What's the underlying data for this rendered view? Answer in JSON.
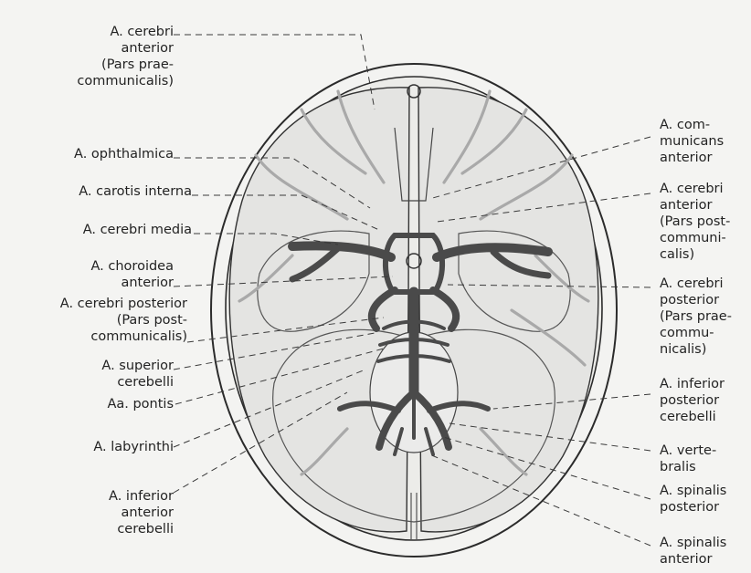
{
  "left_labels": [
    {
      "id": "cerebri-anterior-prae",
      "lines": [
        "A. cerebri",
        "anterior",
        "(Pars prae-",
        "communicalis)"
      ]
    },
    {
      "id": "ophthalmica",
      "lines": [
        "A. ophthalmica"
      ]
    },
    {
      "id": "carotis-interna",
      "lines": [
        "A. carotis interna"
      ]
    },
    {
      "id": "cerebri-media",
      "lines": [
        "A. cerebri media"
      ]
    },
    {
      "id": "choroidea-anterior",
      "lines": [
        "A. choroidea",
        "anterior"
      ]
    },
    {
      "id": "cerebri-posterior-post",
      "lines": [
        "A. cerebri posterior",
        "(Pars post-",
        "communicalis)"
      ]
    },
    {
      "id": "superior-cerebelli",
      "lines": [
        "A. superior",
        "cerebelli"
      ]
    },
    {
      "id": "pontis",
      "lines": [
        "Aa. pontis"
      ]
    },
    {
      "id": "labyrinthi",
      "lines": [
        "A. labyrinthi"
      ]
    },
    {
      "id": "inferior-anterior-cerebelli",
      "lines": [
        "A. inferior",
        "anterior",
        "cerebelli"
      ]
    }
  ],
  "right_labels": [
    {
      "id": "communicans-anterior",
      "lines": [
        "A. com-",
        "municans",
        "anterior"
      ]
    },
    {
      "id": "cerebri-anterior-post",
      "lines": [
        "A. cerebri",
        "anterior",
        "(Pars post-",
        "communi-",
        "calis)"
      ]
    },
    {
      "id": "cerebri-posterior-prae",
      "lines": [
        "A. cerebri",
        "posterior",
        "(Pars prae-",
        "commu-",
        "nicalis)"
      ]
    },
    {
      "id": "inferior-posterior-cerebelli",
      "lines": [
        "A. inferior",
        "posterior",
        "cerebelli"
      ]
    },
    {
      "id": "vertebralis",
      "lines": [
        "A. verte-",
        "bralis"
      ]
    },
    {
      "id": "spinalis-posterior",
      "lines": [
        "A. spinalis",
        "posterior"
      ]
    },
    {
      "id": "spinalis-anterior",
      "lines": [
        "A. spinalis",
        "anterior"
      ]
    }
  ],
  "colors": {
    "artery": "#4a4a4a",
    "vessel_grey": "#a9a9a9",
    "brain_fill": "#e6e6e4",
    "outline": "#2b2b2b",
    "leader": "#3a3a3a"
  }
}
